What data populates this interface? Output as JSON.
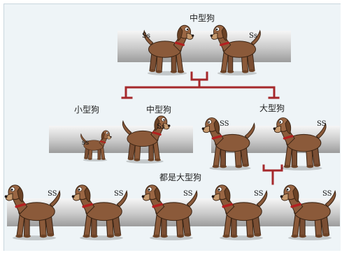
{
  "labels": {
    "medium_top": "中型狗",
    "small": "小型狗",
    "medium_mid": "中型狗",
    "large_mid": "大型狗",
    "all_large": "都是大型狗"
  },
  "genotypes": {
    "parent_left": "Ss",
    "parent_right": "Ss",
    "small_dog": "ss",
    "medium_dog": "Ss",
    "large_left": "SS",
    "large_right": "SS",
    "offspring": [
      "SS",
      "SS",
      "SS",
      "SS",
      "SS"
    ]
  },
  "colors": {
    "cross_line": "#a5282b",
    "dog_body": "#8b5a3a",
    "dog_ear": "#6b4226",
    "collar": "#b32020"
  }
}
